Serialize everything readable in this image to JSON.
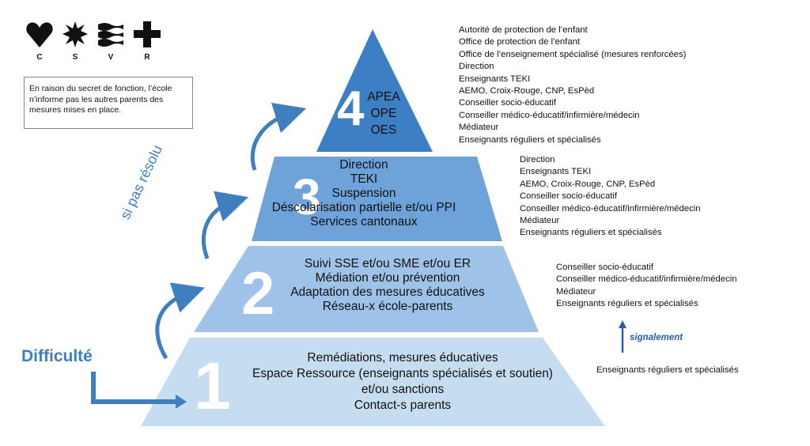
{
  "logo": {
    "items": [
      {
        "letter": "C",
        "icon": "heart-icon"
      },
      {
        "letter": "S",
        "icon": "sun-icon"
      },
      {
        "letter": "V",
        "icon": "waves-icon"
      },
      {
        "letter": "R",
        "icon": "cross-icon"
      }
    ]
  },
  "note": "En raison du secret de fonction, l’école n’informe pas les autres parents des mesures mises en place.",
  "levels": [
    {
      "number": "4",
      "lines": [
        "APEA",
        "OPE",
        "OES"
      ]
    },
    {
      "number": "3",
      "lines": [
        "Direction",
        "TEKI",
        "Suspension",
        "Déscolarisation partielle et/ou PPI",
        "Services cantonaux"
      ]
    },
    {
      "number": "2",
      "lines": [
        "Suivi SSE et/ou SME et/ou ER",
        "Médiation et/ou prévention",
        "Adaptation des mesures éducatives",
        "Réseau-x école-parents"
      ]
    },
    {
      "number": "1",
      "lines": [
        "Remédiations, mesures éducatives",
        "Espace Ressource (enseignants spécialisés et soutien)",
        "et/ou sanctions",
        "Contact-s parents"
      ]
    }
  ],
  "actors": [
    [
      "Autorité de protection de l’enfant",
      "Office de protection de l’enfant",
      "Office de l’enseignement spécialisé (mesures renforcées)",
      "Direction",
      "Enseignants TEKI",
      "AEMO, Croix-Rouge, CNP, EsPèd",
      "Conseiller socio-éducatif",
      "Conseiller médico-éducatif/infirmière/médecin",
      "Médiateur",
      "Enseignants réguliers et spécialisés"
    ],
    [
      "Direction",
      "Enseignants TEKI",
      "AEMO, Croix-Rouge, CNP, EsPèd",
      "Conseiller socio-éducatif",
      "Conseiller médico-éducatif/infirmière/médecin",
      "Médiateur",
      "Enseignants réguliers et spécialisés"
    ],
    [
      "Conseiller socio-éducatif",
      "Conseiller médico-éducatif/infirmière/médecin",
      "Médiateur",
      "Enseignants réguliers et spécialisés"
    ],
    [
      "Enseignants réguliers et spécialisés"
    ]
  ],
  "labels": {
    "difficulte": "Difficulté",
    "si_pas_resolu": "si pas résolu",
    "signalement": "signalement"
  },
  "colors": {
    "level4": "#3d7fc4",
    "level3": "#6da3d8",
    "level2": "#9fc3e8",
    "level1": "#c6dcf1",
    "accent": "#3f7fc0",
    "arrow": "#2a5ea8"
  }
}
